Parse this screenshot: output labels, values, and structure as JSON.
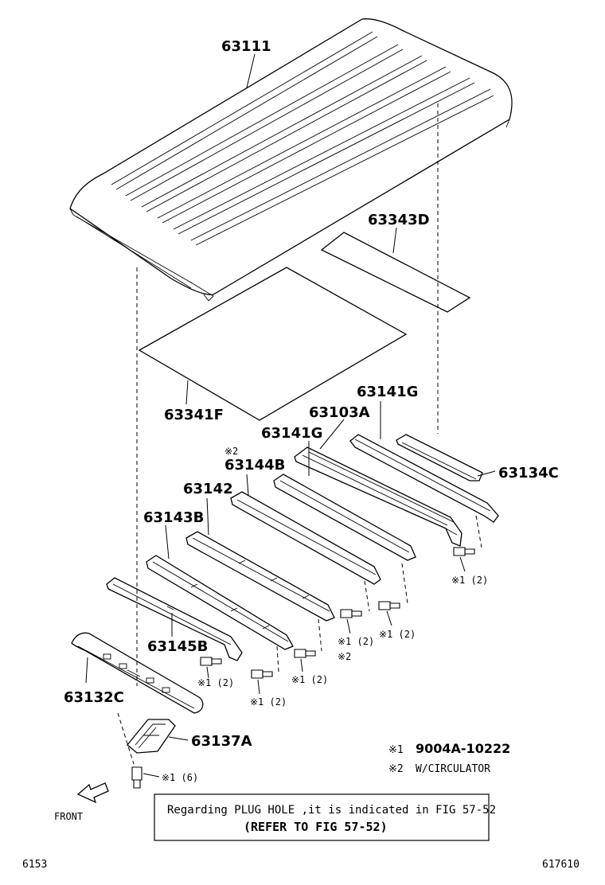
{
  "parts": {
    "roof_panel": "63111",
    "silencer_rear": "63343D",
    "silencer_front": "63341F",
    "reinforcement_g_right": "63141G",
    "reinforcement_g_left": "63141G",
    "side_rail": "63103A",
    "rear_header": "63134C",
    "reinforcement_b4": "63144B",
    "reinforcement_2": "63142",
    "reinforcement_b3": "63143B",
    "reinforcement_b5": "63145B",
    "front_header": "63132C",
    "bracket": "63137A"
  },
  "notes": {
    "w_circ_mark": "※2",
    "bolt_a": "※1 (2)",
    "bolt_b": "※1 (2)",
    "bolt_c": "※1 (2)",
    "bolt_d": "※1 (2)",
    "bolt_e": "※1 (2)",
    "bolt_f": "※1 (2)",
    "bolt_e_mark2": "※2",
    "bolt_bracket": "※1 (6)"
  },
  "legend": {
    "mark1": "※1",
    "code1": "9004A-10222",
    "mark2": "※2",
    "code2": "W/CIRCULATOR"
  },
  "front_label": "FRONT",
  "info_box": {
    "line1": "Regarding PLUG HOLE ,it is indicated in FIG 57-52",
    "line2": "(REFER TO FIG 57-52)"
  },
  "footer": {
    "left": "6153",
    "right": "617610"
  }
}
